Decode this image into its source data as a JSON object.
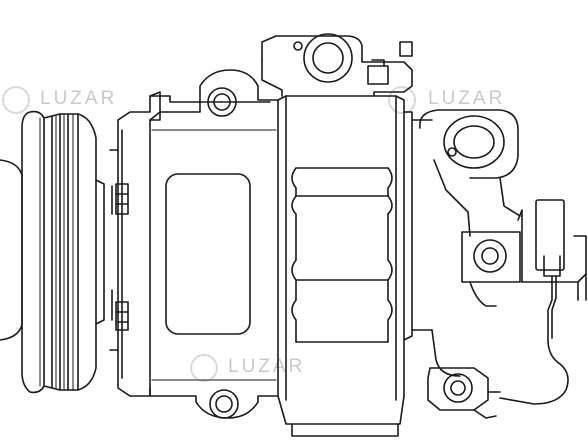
{
  "watermarks": [
    {
      "text": "LUZAR"
    },
    {
      "text": "LUZAR"
    },
    {
      "text": "LUZAR"
    }
  ],
  "drawing": {
    "subject": "ac-compressor",
    "stroke_color": "#1a1a1a",
    "watermark_color": "#c4c4c4"
  }
}
